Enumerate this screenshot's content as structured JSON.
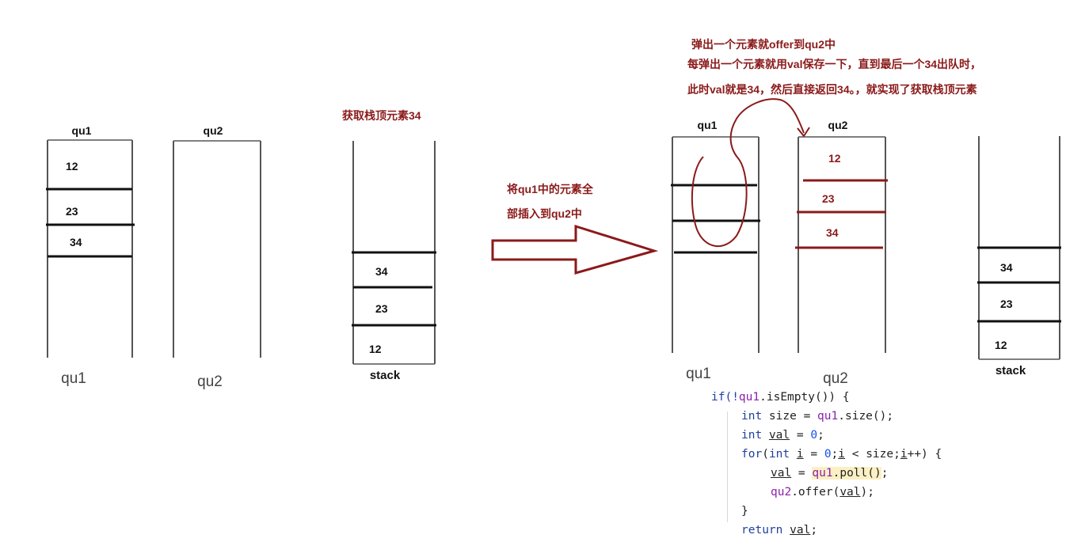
{
  "left_diagram": {
    "qu1": {
      "top_label": "qu1",
      "bottom_label": "qu1",
      "items": [
        "12",
        "23",
        "34"
      ]
    },
    "qu2": {
      "top_label": "qu2",
      "bottom_label": "qu2",
      "items": []
    },
    "stack": {
      "title": "获取栈顶元素34",
      "bottom_label": "stack",
      "items": [
        "34",
        "23",
        "12"
      ]
    }
  },
  "arrow": {
    "caption_line1": "将qu1中的元素全",
    "caption_line2": "部插入到qu2中"
  },
  "right_diagram": {
    "annotation_line1": "弹出一个元素就offer到qu2中",
    "annotation_line2": "每弹出一个元素就用val保存一下，直到最后一个34出队时，",
    "annotation_line3": "此时val就是34，然后直接返回34。，就实现了获取栈顶元素",
    "qu1": {
      "top_label": "qu1",
      "bottom_label": "qu1"
    },
    "qu2": {
      "top_label": "qu2",
      "bottom_label": "qu2",
      "items": [
        "12",
        "23",
        "34"
      ]
    },
    "stack": {
      "bottom_label": "stack",
      "items": [
        "34",
        "23",
        "12"
      ]
    }
  },
  "code": {
    "l1": {
      "a": "if(!",
      "b": "qu1",
      "c": ".isEmpty()) {"
    },
    "l2": {
      "a": "int",
      "b": " size = ",
      "c": "qu1",
      "d": ".size();"
    },
    "l3": {
      "a": "int",
      "b": " ",
      "c": "val",
      "d": " = ",
      "e": "0",
      "f": ";"
    },
    "l4": {
      "a": "for",
      "b": "(",
      "c": "int",
      "d": " ",
      "e": "i",
      "f": " = ",
      "g": "0",
      "h": ";",
      "i": "i",
      "j": " < size;",
      "k": "i",
      "l": "++) {"
    },
    "l5": {
      "a": "val",
      "b": " = ",
      "c": "qu1",
      "d": ".poll()",
      "e": ";"
    },
    "l6": {
      "a": "qu2",
      "b": ".offer(",
      "c": "val",
      "d": ");"
    },
    "l7": {
      "a": "}"
    },
    "l8": {
      "a": "return",
      "b": " ",
      "c": "val",
      "d": ";"
    }
  },
  "colors": {
    "accent": "#8b1a1a",
    "line": "#111111",
    "wall": "#555555",
    "hand_label": "#444444"
  }
}
